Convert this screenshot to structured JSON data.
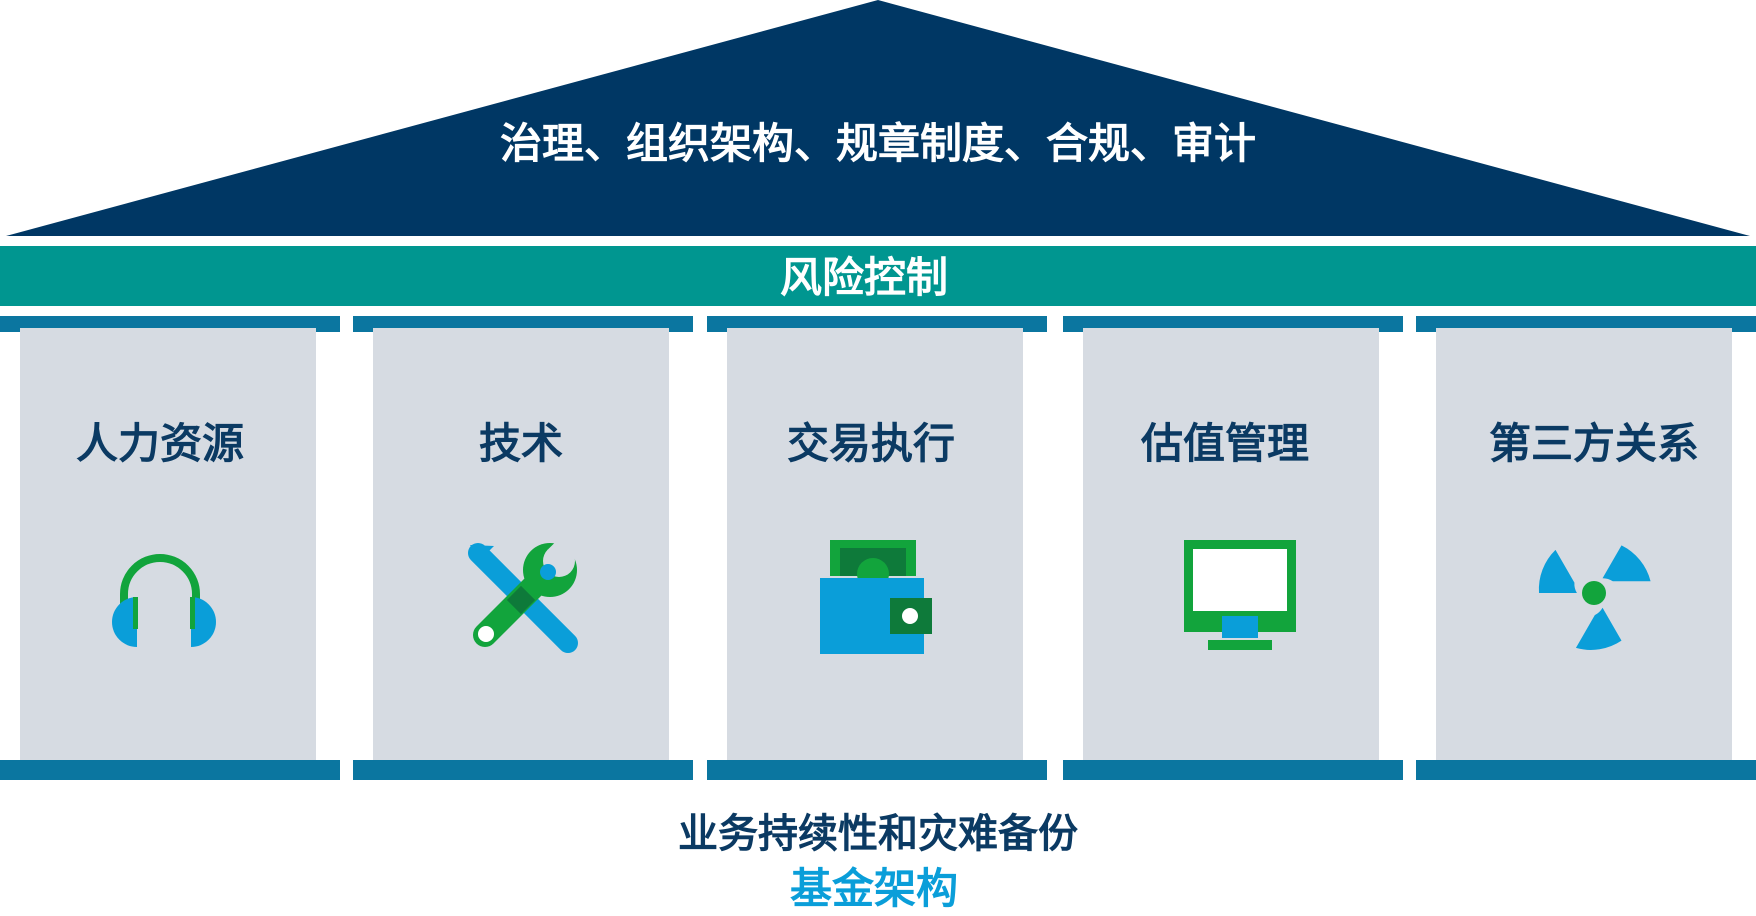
{
  "roof": {
    "label": "治理、组织架构、规章制度、合规、审计",
    "color": "#003764"
  },
  "band": {
    "label": "风险控制",
    "color": "#009690"
  },
  "pillars": [
    {
      "label": "人力资源",
      "icon": "headphones-icon"
    },
    {
      "label": "技术",
      "icon": "wrench-screwdriver-icon"
    },
    {
      "label": "交易执行",
      "icon": "wallet-cash-icon"
    },
    {
      "label": "估值管理",
      "icon": "monitor-icon"
    },
    {
      "label": "第三方关系",
      "icon": "radiation-icon"
    }
  ],
  "foundation": {
    "label": "业务持续性和灾难备份"
  },
  "caption": {
    "label": "基金架构"
  },
  "colors": {
    "pillar_fill": "#d6dbe2",
    "pillar_cap": "#0b76a0",
    "icon_green": "#12a43c",
    "icon_blue": "#0a9ed9",
    "icon_dark_green": "#0e7a3a",
    "text_dark": "#0b3a63"
  }
}
